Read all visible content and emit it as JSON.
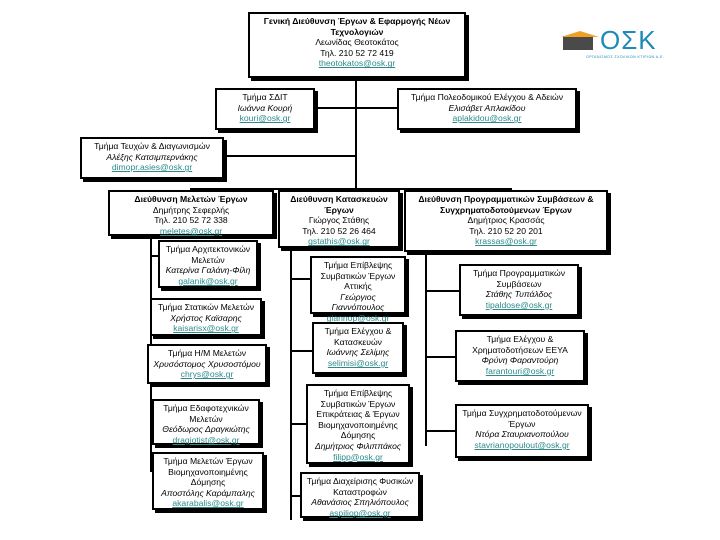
{
  "top": {
    "title": "Γενική Διεύθυνση Έργων & Εφαρμογής Νέων Τεχνολογιών",
    "name": "Λεωνίδας Θεοτοκάτος",
    "phone": "Τηλ. 210 52 72 419",
    "email": "theotokatos@osk.gr"
  },
  "logo": {
    "text": "ΟΣΚ",
    "subtitle": "ΟΡΓΑΝΙΣΜΟΣ ΣΧΟΛΙΚΩΝ ΚΤΙΡΙΩΝ Α.Ε."
  },
  "sdit": {
    "title": "Τμήμα ΣΔΙΤ",
    "name": "Ιωάννα Κουρή",
    "email": "kouri@osk.gr"
  },
  "poleodomikou": {
    "title": "Τμήμα Πολεοδομικού Ελέγχου & Αδειών",
    "name": "Ελισάβετ Απλακίδου",
    "email": "aplakidou@osk.gr"
  },
  "teuxwn": {
    "title": "Τμήμα Τευχών & Διαγωνισμών",
    "name": "Αλέξης Κατσιμπερνάκης",
    "email": "dimopr.asies@osk.gr"
  },
  "meletwn": {
    "title": "Διεύθυνση Μελετών Έργων",
    "name": "Δημήτρης Σεφερλής",
    "phone": "Τηλ. 210 52 72 338",
    "email": "meletes@osk.gr"
  },
  "kataskeuwn": {
    "title": "Διεύθυνση Κατασκευών Έργων",
    "name": "Γιώργος Στάθης",
    "phone": "Τηλ. 210 52 26 464",
    "email": "gstathis@osk.gr"
  },
  "programmatikwn": {
    "title": "Διεύθυνση Προγραμματικών Συμβάσεων & Συγχρηματοδοτούμενων Έργων",
    "name": "Δημήτριος Κρασσάς",
    "phone": "Τηλ. 210 52 20 201",
    "email": "krassas@osk.gr"
  },
  "arxitektonikwn": {
    "title": "Τμήμα Αρχιτεκτονικών Μελετών",
    "name": "Κατερίνα Γαλάνη-Φίλη",
    "email": "galanik@osk.gr"
  },
  "statikwn": {
    "title": "Τμήμα Στατικών Μελετών",
    "name": "Χρήστος Καϊσαρης",
    "email": "kaisarisx@osk.gr"
  },
  "hm": {
    "title": "Τμήμα Η/Μ Μελετών",
    "name": "Χρυσόστομος Χρυσοστόμου",
    "email": "chrys@osk.gr"
  },
  "edafotexnikwn": {
    "title": "Τμήμα Εδαφοτεχνικών Μελετών",
    "name": "Θεόδωρος Δραγκιώτης",
    "email": "dragiotist@osk.gr"
  },
  "viomixanopoiimenis": {
    "title": "Τμήμα Μελετών Έργων Βιομηχανοποιημένης Δόμησης",
    "name": "Αποστόλης Καράμπαλης",
    "email": "akarabalis@osk.gr"
  },
  "epivlepsis_attikis": {
    "title": "Τμήμα Επίβλεψης Συμβατικών Έργων Αττικής",
    "name": "Γεώργιος Γιαννόπουλος",
    "email": "giannop@osk.gr"
  },
  "elegxou_kataskeuwn": {
    "title": "Τμήμα Ελέγχου & Κατασκευών",
    "name": "Ιωάννης Σελίμης",
    "email": "selimisi@osk.gr"
  },
  "epivlepsis_eparxias": {
    "title": "Τμήμα Επίβλεψης Συμβατικών Έργων Επικράτειας & Έργων Βιομηχανοποιημένης Δόμησης",
    "name": "Δημήτριος Φιλιππάκος",
    "email": "filipp@osk.gr"
  },
  "fysikwn": {
    "title": "Τμήμα Διαχείρισης Φυσικών Καταστροφών",
    "name": "Αθανάσιος Σπηλιόπουλος",
    "email": "aspiliop@osk.gr"
  },
  "programmatikwn_symv": {
    "title": "Τμήμα Προγραμματικών Συμβάσεων",
    "name": "Στάθης Τυπάλδος",
    "email": "tipaldose@osk.gr"
  },
  "eeya": {
    "title": "Τμήμα Ελέγχου & Χρηματοδοτήσεων ΕΕΥΑ",
    "name": "Φρύνη Φαραντούρη",
    "email": "farantouri@osk.gr"
  },
  "sygxrimatodotoumenwn": {
    "title": "Τμήμα Συγχρηματοδοτούμενων Έργων",
    "name": "Ντόρα Σταυριανοπούλου",
    "email": "stavrianopoulout@osk.gr"
  }
}
